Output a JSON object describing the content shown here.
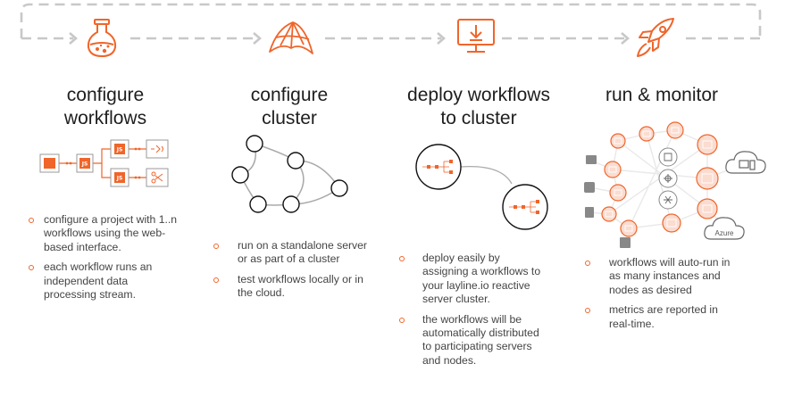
{
  "colors": {
    "accent": "#f0652a",
    "dash": "#c8c8c8",
    "text": "#333333"
  },
  "steps": [
    {
      "icon": "flask-icon",
      "title_lines": [
        "configure",
        "workflows"
      ],
      "bullets": [
        "configure a project with 1..n workflows using the web-based interface.",
        "each workflow runs an independent data processing stream."
      ]
    },
    {
      "icon": "network-cluster-icon",
      "title_lines": [
        "configure",
        "cluster"
      ],
      "bullets": [
        "run on a standalone server or as part of a cluster",
        "test workflows locally or in the cloud."
      ]
    },
    {
      "icon": "monitor-download-icon",
      "title_lines": [
        "deploy workflows",
        "to cluster"
      ],
      "bullets": [
        "deploy easily by assigning a workflows to your layline.io reactive server cluster.",
        "the workflows will be automatically distributed to participating servers and nodes."
      ]
    },
    {
      "icon": "rocket-icon",
      "title_lines": [
        "run & monitor",
        ""
      ],
      "bullets": [
        "workflows will auto-run in as many instances and nodes as desired",
        "metrics are reported in real-time."
      ]
    }
  ],
  "workflow_diagram": {
    "node_label": "JS"
  },
  "monitor_diagram": {
    "cloud_label": "Azure"
  }
}
